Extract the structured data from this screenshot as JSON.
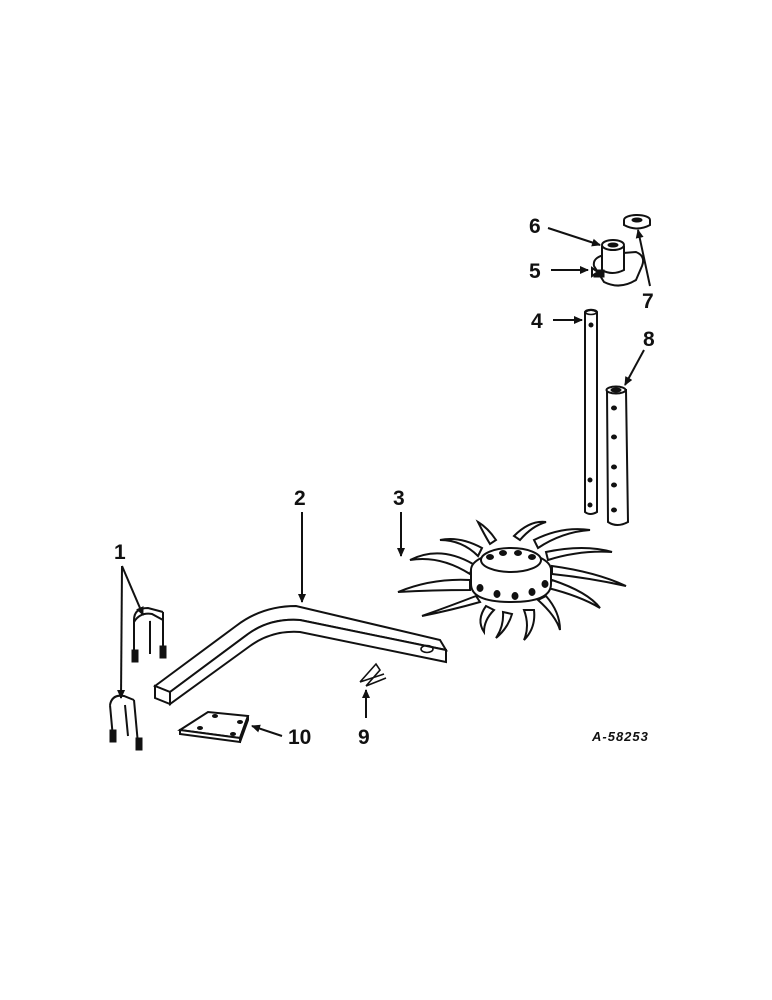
{
  "diagram": {
    "callouts": {
      "c1": "1",
      "c2": "2",
      "c3": "3",
      "c4": "4",
      "c5": "5",
      "c6": "6",
      "c7": "7",
      "c8": "8",
      "c9": "9",
      "c10": "10"
    },
    "reference_code": "A-58253",
    "colors": {
      "ink": "#111111",
      "background": "#ffffff"
    }
  }
}
